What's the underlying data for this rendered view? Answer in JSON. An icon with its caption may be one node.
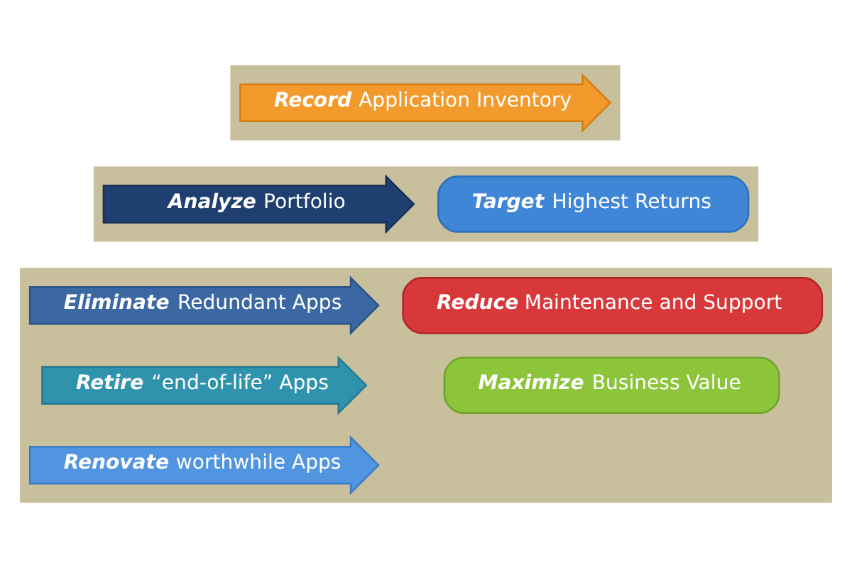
{
  "diagram": {
    "nodes": [
      {
        "text": [],
        "shape": "box"
      },
      {
        "text": [
          "**Record** Application Inventory"
        ],
        "in": 0
      },
      {
        "text": [],
        "shape": "box"
      },
      {
        "text": [
          "**Analyze** Portfolio"
        ],
        "in": 2
      },
      {
        "text": [
          "**Target** Highest Returns"
        ],
        "in": 2
      },
      {
        "text": [],
        "shape": "box"
      },
      {
        "text": [
          "**Eliminate** Redundant Apps"
        ],
        "in": 5
      },
      {
        "text": [
          "**Retire** “end-of-life” Apps"
        ],
        "in": 5
      },
      {
        "text": [
          "**Renovate** worthwhile Apps"
        ],
        "in": 5
      },
      {
        "text": [
          "**Reduce** Maintenance and Support"
        ],
        "in": 5
      },
      {
        "text": [
          "**Maximize** Business Value"
        ],
        "in": 5
      }
    ]
  }
}
